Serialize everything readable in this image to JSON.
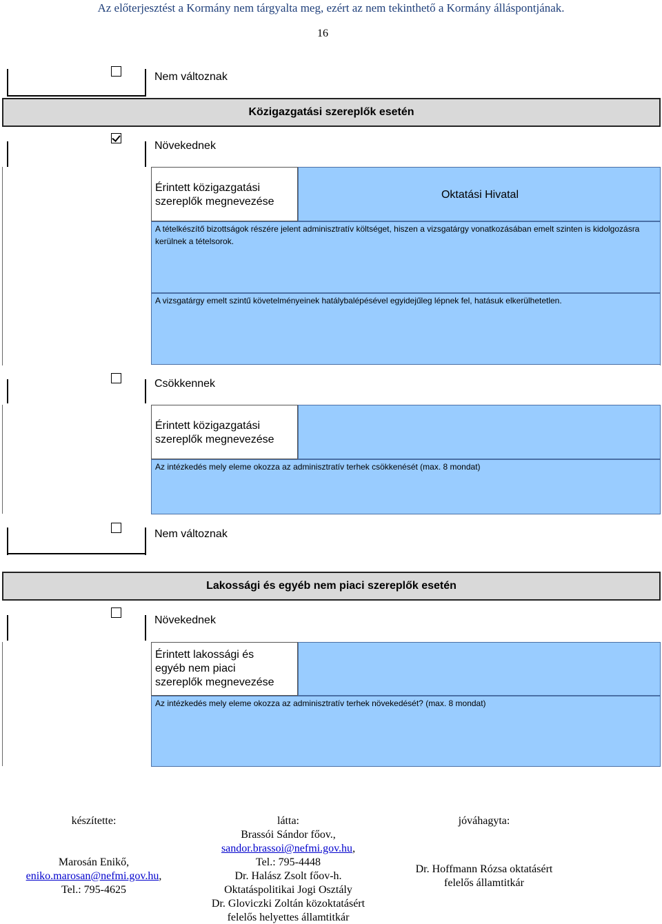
{
  "header": {
    "notice": "Az előterjesztést a Kormány nem tárgyalta meg, ezért az nem tekinthető a Kormány álláspontjának.",
    "page_number": "16"
  },
  "block1": {
    "nem_valtoznak": {
      "checked": false,
      "label": "Nem változnak"
    }
  },
  "kozigazgatasi": {
    "section_title": "Közigazgatási szereplők esetén",
    "novekednek": {
      "checked": true,
      "label": "Növekednek"
    },
    "nov_affected_label": "Érintett közigazgatási szereplők megnevezése",
    "nov_affected_value": "Oktatási Hivatal",
    "nov_text_1": "A tételkészítő bizottságok részére jelent adminisztratív költséget, hiszen a vizsgatárgy vonatkozásában emelt szinten is kidolgozásra kerülnek a tételsorok.",
    "nov_text_2": "A vizsgatárgy emelt szintű követelményeinek hatálybalépésével egyidejűleg lépnek fel, hatásuk elkerülhetetlen.",
    "csokkennek": {
      "checked": false,
      "label": "Csökkennek"
    },
    "csok_affected_label": "Érintett közigazgatási szereplők megnevezése",
    "csok_affected_value": "",
    "csok_text": "Az intézkedés mely eleme okozza az adminisztratív terhek csökkenését (max. 8 mondat)",
    "nem_valtoznak": {
      "checked": false,
      "label": "Nem változnak"
    }
  },
  "lakossagi": {
    "section_title": "Lakossági és egyéb nem piaci szereplők esetén",
    "novekednek": {
      "checked": false,
      "label": "Növekednek"
    },
    "affected_label": "Érintett lakossági és egyéb nem piaci szereplők megnevezése",
    "affected_value": "",
    "text": "Az intézkedés mely eleme okozza az adminisztratív terhek növekedését? (max. 8 mondat)"
  },
  "signatures": {
    "keszitette": {
      "title": "készítette:",
      "name": "Marosán Enikő,",
      "email": "eniko.marosan@nefmi.gov.hu",
      "email_suffix": ",",
      "phone": "Tel.: 795-4625"
    },
    "latta": {
      "title": "látta:",
      "line1": "Brassói Sándor főov.,",
      "email": "sandor.brassoi@nefmi.gov.hu",
      "email_suffix": ",",
      "phone": "Tel.: 795-4448",
      "line4": "Dr. Halász Zsolt főov-h.",
      "line5": "Oktatáspolitikai Jogi Osztály",
      "line6": "Dr. Gloviczki Zoltán közoktatásért",
      "line7": "felelős helyettes államtitkár"
    },
    "jovahagyta": {
      "title": "jóváhagyta:",
      "line1": "Dr. Hoffmann Rózsa oktatásért",
      "line2": "felelős államtitkár"
    }
  },
  "colors": {
    "header_text": "#1f3f7a",
    "field_blue": "#99ccff",
    "section_gray": "#d9d9d9",
    "link": "#0000cc"
  }
}
